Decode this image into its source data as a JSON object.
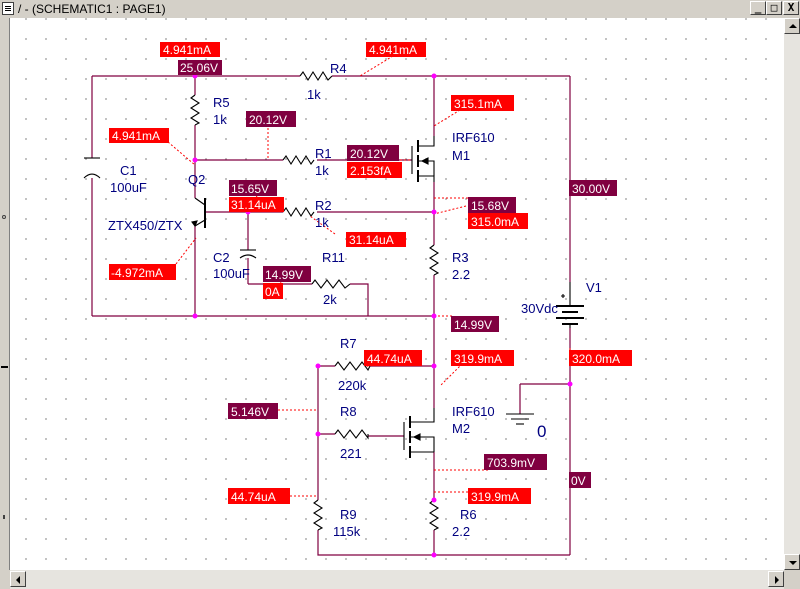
{
  "window": {
    "title": "/ - (SCHEMATIC1 : PAGE1)",
    "buttons": {
      "minimize": "_",
      "maximize": "□",
      "close": "X"
    }
  },
  "colors": {
    "wire": "#800040",
    "current_tag": "#ff0000",
    "voltage_tag": "#800040",
    "probe_line": "#ff0000",
    "junction": "#ff00ff",
    "component": "#000080"
  },
  "components": {
    "R1": {
      "ref": "R1",
      "value": "1k"
    },
    "R2": {
      "ref": "R2",
      "value": "1k"
    },
    "R3": {
      "ref": "R3",
      "value": "2.2"
    },
    "R4": {
      "ref": "R4",
      "value": "1k"
    },
    "R5": {
      "ref": "R5",
      "value": "1k"
    },
    "R6": {
      "ref": "R6",
      "value": "2.2"
    },
    "R7": {
      "ref": "R7",
      "value": "220k"
    },
    "R8": {
      "ref": "R8",
      "value": "221"
    },
    "R9": {
      "ref": "R9",
      "value": "115k"
    },
    "R11": {
      "ref": "R11",
      "value": "2k"
    },
    "C1": {
      "ref": "C1",
      "value": "100uF"
    },
    "C2": {
      "ref": "C2",
      "value": "100uF"
    },
    "Q2": {
      "ref": "Q2",
      "value": "ZTX450/ZTX"
    },
    "M1": {
      "ref": "M1",
      "value": "IRF610"
    },
    "M2": {
      "ref": "M2",
      "value": "IRF610"
    },
    "V1": {
      "ref": "V1",
      "value": "30Vdc"
    },
    "GND": {
      "value": "0"
    }
  },
  "tags": {
    "i_top_left": "4.941mA",
    "v_top_left": "25.06V",
    "i_r4": "4.941mA",
    "v_r1_left": "20.12V",
    "i_q2_c": "4.941mA",
    "i_m1": "315.1mA",
    "v_m1_gate": "20.12V",
    "i_m1_gate": "2.153fA",
    "v_q2_b": "15.65V",
    "i_r2_left": "31.14uA",
    "i_r2_right": "31.14uA",
    "v_m1_src": "15.68V",
    "i_r3": "315.0mA",
    "v_rail": "30.00V",
    "i_q2_e": "-4.972mA",
    "v_c2": "14.99V",
    "i_c2": "0A",
    "v_mid": "14.99V",
    "i_r7": "44.74uA",
    "i_m2": "319.9mA",
    "i_v1": "320.0mA",
    "v_m2_gate": "5.146V",
    "v_m2_src": "703.9mV",
    "v_gnd": "0V",
    "i_r9": "44.74uA",
    "i_r6": "319.9mA"
  }
}
